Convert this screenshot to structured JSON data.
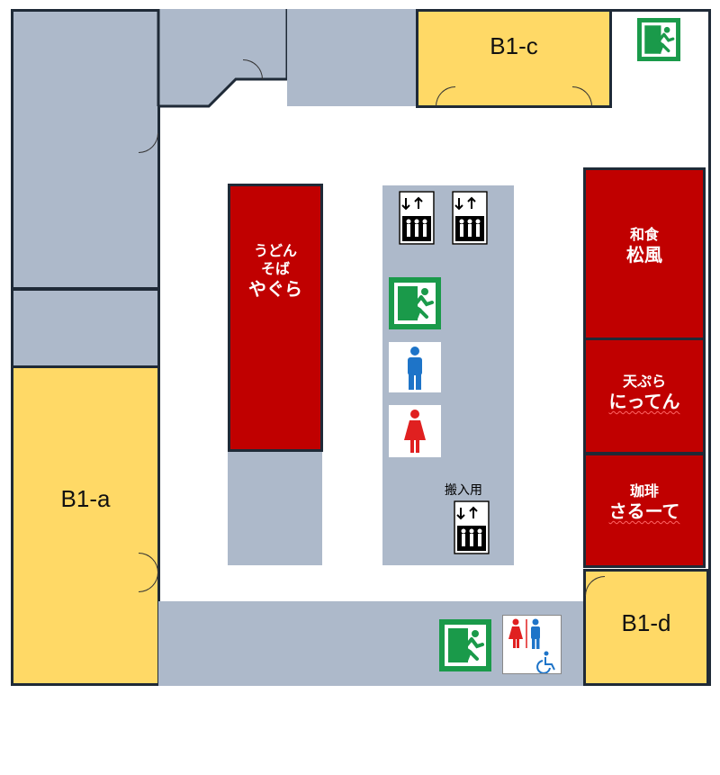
{
  "floor": {
    "tenants": {
      "b1a": "B1-a",
      "b1c": "B1-c",
      "b1d": "B1-d"
    },
    "restaurants": {
      "udon": {
        "line1": "うどん",
        "line2": "そば",
        "line3": "やぐら"
      },
      "washoku": {
        "line1": "和食",
        "line2": "松風"
      },
      "tempura": {
        "line1": "天ぷら",
        "line2": "にってん"
      },
      "coffee": {
        "line1": "珈琲",
        "line2": "さるーて"
      }
    },
    "freight_elevator_label": "搬入用"
  },
  "icons": {
    "emergency_exit": "emergency-exit-icon",
    "elevator": "elevator-icon",
    "mens_toilet": "mens-toilet-icon",
    "womens_toilet": "womens-toilet-icon",
    "accessible_toilet": "multipurpose-toilet-icon"
  },
  "colors": {
    "restaurant": "#c00000",
    "tenant": "#ffd966",
    "back_area": "#adb9ca",
    "corridor": "#ffffff",
    "wall": "#1f2a37",
    "exit_green": "#1a9a4a",
    "men_blue": "#1e74c8",
    "women_red": "#e02020"
  }
}
